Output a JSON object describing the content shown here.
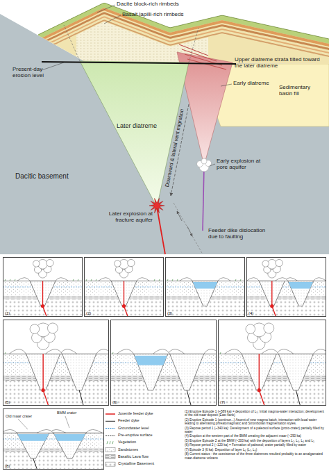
{
  "diagram": {
    "nodes": [
      {
        "text": [
          "(1)"
        ]
      },
      {
        "text": [
          "(2)"
        ]
      },
      {
        "text": [
          "(3)"
        ]
      },
      {
        "text": [
          "(4)"
        ]
      },
      {
        "text": [
          "(5)"
        ]
      },
      {
        "text": [
          "(6)"
        ]
      },
      {
        "text": [
          "(7)"
        ]
      },
      {
        "text": [
          "(8)"
        ]
      }
    ],
    "labels": [
      "Dacite block-rich rimbeds",
      "Basalt lapilli-rich rimbeds",
      "Present-day erosion level",
      "Upper diatreme strata tilted toward the later diatreme",
      "Early diatreme",
      "Sedimentary basin fill",
      "Later diatreme",
      "Dacitic basement",
      "Early explosion at pore aquifer",
      "Downward & lateral vent migration",
      "Later explosion at fracture aquifer",
      "Feeder dike dislocation due to faulting",
      "Old maar crater",
      "BMM crater",
      "(1) Eruptive Episode 1 (~589 ka) = deposition of L₁; Initial magma-water interaction; development of the old maar deposit (East flank)",
      "(2) Eruptive Episode 1 (continue...) Ascent of new magma batch, interaction with local water leading to alternating phreatomagmatic and Strombolian fragmentation styles.",
      "(3) Repose period 1 (~340 ka): Development of a paleosol surface (proto-crater) partially filled by water",
      "(4) Eruption at the western part of the BMM creating the adjacent maar (~290 ka)",
      "(5) Eruptive Episode 2 at the BMM (~200 ka) with the deposition of layers L₂, L₃, L₄ and L₅",
      "(6) Repose period 2 (~120 ka) = Formation of paleosol; crater partially filled by water",
      "(7) Episode 3 (6 ka): Deposition of layer L₆ (L₇, L₈)",
      "(8) Current status - the coexistence of the three diatremes resulted probably to an amalgamated maar-diatreme volcano"
    ],
    "legend": [
      {
        "text": "Juvenile feeder dyke"
      },
      {
        "text": "Feeder dyke"
      },
      {
        "text": "Groundwater level"
      },
      {
        "text": "Pre-eruptive surface"
      },
      {
        "text": "Vegetation"
      },
      {
        "text": "Sandstones"
      },
      {
        "text": "Basaltic Lava flow"
      },
      {
        "text": "Crystalline Basement"
      }
    ]
  }
}
